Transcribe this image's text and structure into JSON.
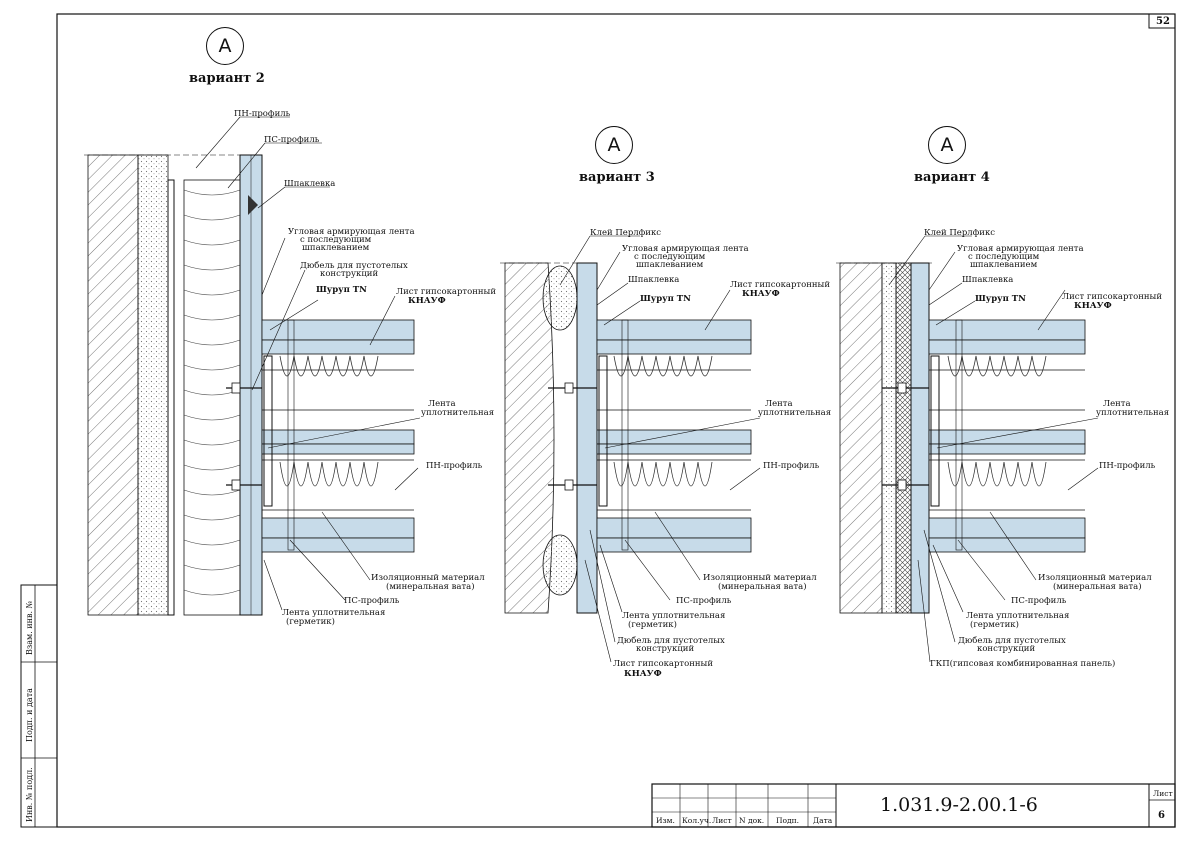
{
  "sheet_number": "52",
  "sheet_label": "Лист",
  "sheet_value": "6",
  "drawing_code": "1.031.9-2.00.1-6",
  "title_block_columns": [
    "Изм.",
    "Кол.уч.",
    "Лист",
    "N док.",
    "Подп.",
    "Дата"
  ],
  "side_stamp": [
    "Взам. инв. №",
    "Подп. и дата",
    "Инв. № подл."
  ],
  "variants": [
    {
      "marker": "А",
      "name": "вариант 2",
      "labels": [
        "ПН-профиль",
        "ПС-профиль",
        "Шпаклевка",
        "Угловая армирующая лента",
        "с последующим",
        "шпаклеванием",
        "Дюбель для пустотелых",
        "конструкций",
        "Шуруп TN",
        "Лист гипсокартонный",
        "КНАУФ",
        "Лента",
        "уплотнительная",
        "ПН-профиль",
        "Изоляционный материал",
        "(минеральная вата)",
        "ПС-профиль",
        "Лента уплотнительная",
        "(герметик)"
      ]
    },
    {
      "marker": "А",
      "name": "вариант 3",
      "labels": [
        "Клей Перлфикс",
        "Угловая армирующая лента",
        "с последующим",
        "шпаклеванием",
        "Шпаклевка",
        "Шуруп TN",
        "Лист гипсокартонный",
        "КНАУФ",
        "Лента",
        "уплотнительная",
        "ПН-профиль",
        "Изоляционный материал",
        "(минеральная вата)",
        "ПС-профиль",
        "Лента уплотнительная",
        "(герметик)",
        "Дюбель для пустотелых",
        "конструкций",
        "Лист гипсокартонный",
        "КНАУФ"
      ]
    },
    {
      "marker": "А",
      "name": "вариант 4",
      "labels": [
        "Клей Перлфикс",
        "Угловая армирующая лента",
        "с последующим",
        "шпаклеванием",
        "Шпаклевка",
        "Шуруп TN",
        "Лист гипсокартонный",
        "КНАУФ",
        "Лента",
        "уплотнительная",
        "ПН-профиль",
        "Изоляционный материал",
        "(минеральная вата)",
        "ПС-профиль",
        "Лента уплотнительная",
        "(герметик)",
        "Дюбель для пустотелых",
        "конструкций",
        "ГКП(гипсовая комбинированная панель)"
      ]
    }
  ],
  "colors": {
    "board_fill": "#c7dbe9",
    "line": "#111111",
    "plaster_fill": "#e6e6e0"
  }
}
